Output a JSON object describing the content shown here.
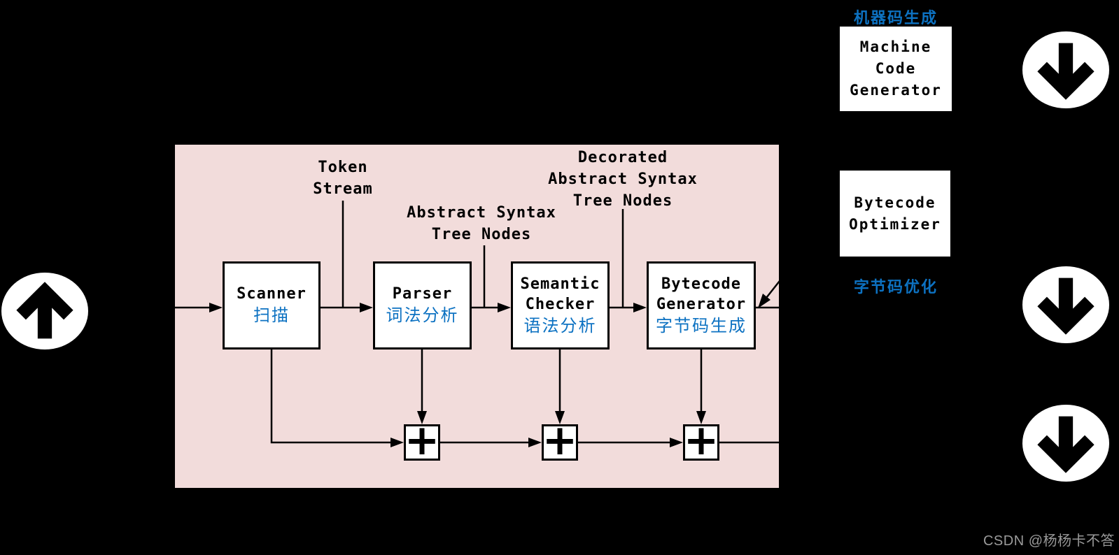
{
  "colors": {
    "background": "#000000",
    "panel_pink": "#f2dcdb",
    "box_white": "#ffffff",
    "line_black": "#000000",
    "accent_blue": "#0d72c2",
    "watermark_gray": "#9a9a9a"
  },
  "pipeline": {
    "stages": [
      {
        "title_lines": [
          "Scanner"
        ],
        "subtitle_zh": "扫描"
      },
      {
        "title_lines": [
          "Parser"
        ],
        "subtitle_zh": "词法分析"
      },
      {
        "title_lines": [
          "Semantic",
          "Checker"
        ],
        "subtitle_zh": "语法分析"
      },
      {
        "title_lines": [
          "Bytecode",
          "Generator"
        ],
        "subtitle_zh": "字节码生成"
      }
    ],
    "flow_labels": {
      "token_stream": [
        "Token",
        "Stream"
      ],
      "ast_nodes": [
        "Abstract Syntax",
        "Tree Nodes"
      ],
      "decorated_ast_nodes": [
        "Decorated",
        "Abstract Syntax",
        "Tree Nodes"
      ]
    },
    "merge_symbol": "+"
  },
  "backend": {
    "machine_code_generator": {
      "label_zh": "机器码生成",
      "title_lines": [
        "Machine",
        "Code",
        "Generator"
      ]
    },
    "bytecode_optimizer": {
      "title_lines": [
        "Bytecode",
        "Optimizer"
      ],
      "label_zh": "字节码优化"
    }
  },
  "icons": {
    "left_nav": "up-arrow-circle",
    "right_nav": "down-arrow-circle"
  },
  "watermark": "CSDN @杨杨卡不答"
}
